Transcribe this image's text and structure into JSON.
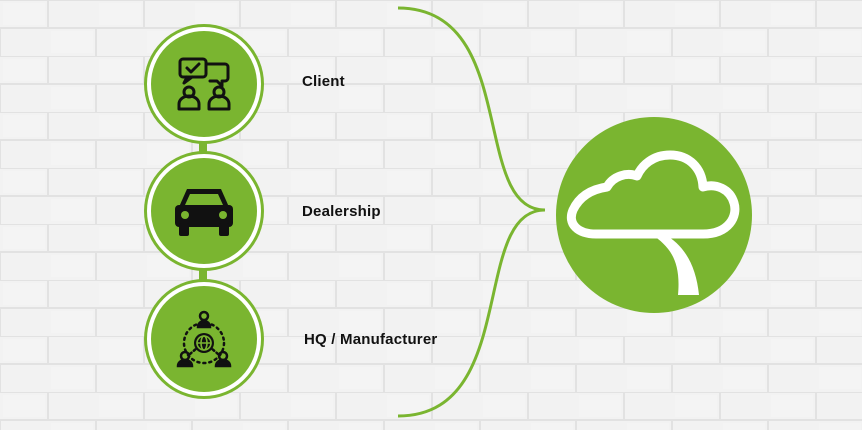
{
  "nodes": [
    {
      "label": "Client",
      "icon": "chat-people-icon"
    },
    {
      "label": "Dealership",
      "icon": "car-icon"
    },
    {
      "label": "HQ / Manufacturer",
      "icon": "globe-network-icon"
    }
  ],
  "target": {
    "icon": "tree-cloud-icon"
  },
  "colors": {
    "accent": "#7ab530",
    "background": "#f1f1f1",
    "text": "#111111",
    "white": "#ffffff"
  }
}
